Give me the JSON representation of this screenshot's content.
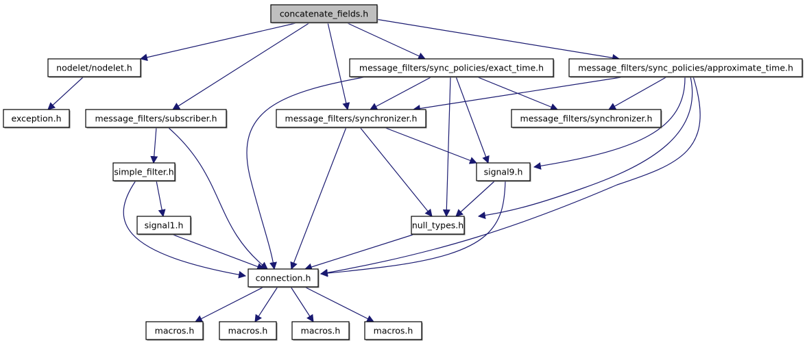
{
  "title": "concatenate_fields.h",
  "colors": {
    "edge": "#191970",
    "node_border": "#000000",
    "root_fill": "#bfbfbf",
    "node_fill": "#ffffff"
  },
  "nodes": [
    {
      "id": "root",
      "label": "concatenate_fields.h",
      "root": true
    },
    {
      "id": "nodelet",
      "label": "nodelet/nodelet.h"
    },
    {
      "id": "exact",
      "label": "message_filters/sync_policies/exact_time.h"
    },
    {
      "id": "approx",
      "label": "message_filters/sync_policies/approximate_time.h"
    },
    {
      "id": "exception",
      "label": "exception.h"
    },
    {
      "id": "subscriber",
      "label": "message_filters/subscriber.h"
    },
    {
      "id": "sync1",
      "label": "message_filters/synchronizer.h"
    },
    {
      "id": "sync2",
      "label": "message_filters/synchronizer.h"
    },
    {
      "id": "simple_filter",
      "label": "simple_filter.h"
    },
    {
      "id": "signal9",
      "label": "signal9.h"
    },
    {
      "id": "signal1",
      "label": "signal1.h"
    },
    {
      "id": "null_types",
      "label": "null_types.h"
    },
    {
      "id": "connection",
      "label": "connection.h"
    },
    {
      "id": "macros1",
      "label": "macros.h"
    },
    {
      "id": "macros2",
      "label": "macros.h"
    },
    {
      "id": "macros3",
      "label": "macros.h"
    },
    {
      "id": "macros4",
      "label": "macros.h"
    }
  ],
  "edges": [
    {
      "from": "root",
      "to": "nodelet"
    },
    {
      "from": "root",
      "to": "subscriber"
    },
    {
      "from": "root",
      "to": "sync1"
    },
    {
      "from": "root",
      "to": "exact"
    },
    {
      "from": "root",
      "to": "approx"
    },
    {
      "from": "nodelet",
      "to": "exception"
    },
    {
      "from": "subscriber",
      "to": "simple_filter"
    },
    {
      "from": "subscriber",
      "to": "connection"
    },
    {
      "from": "exact",
      "to": "connection"
    },
    {
      "from": "exact",
      "to": "sync1"
    },
    {
      "from": "exact",
      "to": "null_types"
    },
    {
      "from": "exact",
      "to": "signal9"
    },
    {
      "from": "exact",
      "to": "sync2"
    },
    {
      "from": "approx",
      "to": "sync1"
    },
    {
      "from": "approx",
      "to": "sync2"
    },
    {
      "from": "approx",
      "to": "signal9"
    },
    {
      "from": "approx",
      "to": "null_types"
    },
    {
      "from": "approx",
      "to": "connection"
    },
    {
      "from": "sync1",
      "to": "connection"
    },
    {
      "from": "sync1",
      "to": "null_types"
    },
    {
      "from": "sync1",
      "to": "signal9"
    },
    {
      "from": "simple_filter",
      "to": "signal1"
    },
    {
      "from": "simple_filter",
      "to": "connection"
    },
    {
      "from": "signal1",
      "to": "connection"
    },
    {
      "from": "signal9",
      "to": "null_types"
    },
    {
      "from": "signal9",
      "to": "connection"
    },
    {
      "from": "null_types",
      "to": "connection"
    },
    {
      "from": "connection",
      "to": "macros1"
    },
    {
      "from": "connection",
      "to": "macros2"
    },
    {
      "from": "connection",
      "to": "macros3"
    },
    {
      "from": "connection",
      "to": "macros4"
    }
  ]
}
